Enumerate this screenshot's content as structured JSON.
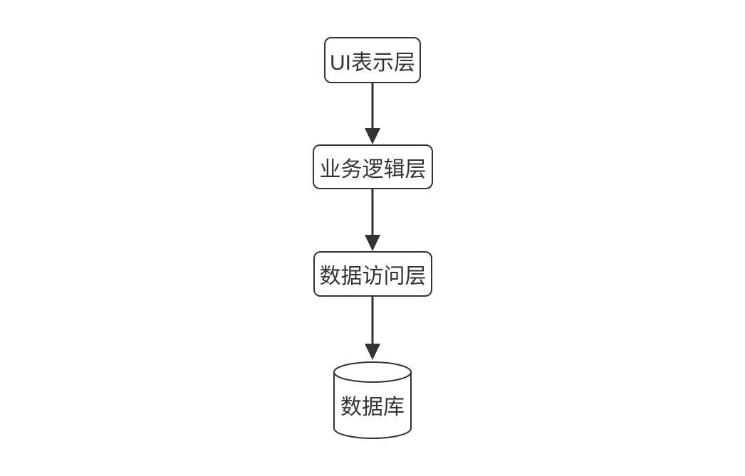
{
  "diagram": {
    "background_color": "#ffffff",
    "stroke_color": "#333333",
    "text_color": "#333333",
    "nodes": [
      {
        "id": "ui-presentation-layer",
        "label": "UI表示层",
        "shape": "rounded-rect"
      },
      {
        "id": "business-logic-layer",
        "label": "业务逻辑层",
        "shape": "rounded-rect"
      },
      {
        "id": "data-access-layer",
        "label": "数据访问层",
        "shape": "rounded-rect"
      },
      {
        "id": "database",
        "label": "数据库",
        "shape": "cylinder"
      }
    ],
    "edges": [
      {
        "from": "ui-presentation-layer",
        "to": "business-logic-layer",
        "style": "solid-arrow-down"
      },
      {
        "from": "business-logic-layer",
        "to": "data-access-layer",
        "style": "solid-arrow-down"
      },
      {
        "from": "data-access-layer",
        "to": "database",
        "style": "solid-arrow-down"
      }
    ]
  }
}
